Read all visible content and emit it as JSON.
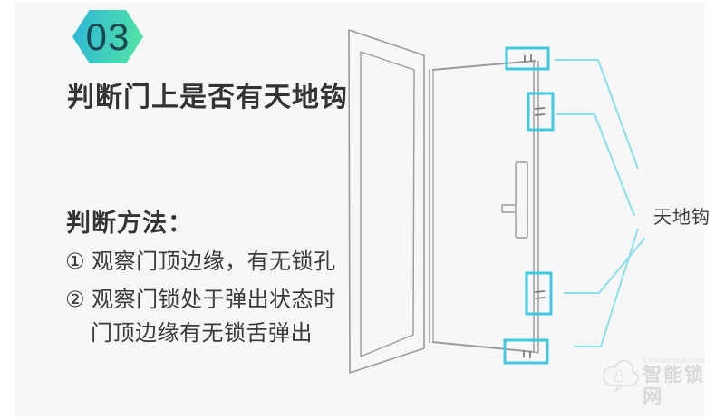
{
  "page": {
    "background": "#ffffff",
    "canvas_background": "#f7f7f8"
  },
  "badge": {
    "number": "03",
    "gradient_start": "#2cb5d8",
    "gradient_end": "#54e6a2",
    "text_color": "#1f4553"
  },
  "title": {
    "text": "判断门上是否有天地钩"
  },
  "method": {
    "heading": "判断方法：",
    "steps": [
      "① 观察门顶边缘，有无锁孔",
      "② 观察门锁处于弹出状态时",
      "门顶边缘有无锁舌弹出"
    ]
  },
  "diagram": {
    "label": "天地钩",
    "highlight_color": "#3fc8de",
    "callout_color": "#8adfec",
    "sketch_line_color": "#9b9b9b",
    "hook_mark_color": "#7d7d7d",
    "highlight_boxes": [
      {
        "name": "top-edge-hooks"
      },
      {
        "name": "upper-side-bolts"
      },
      {
        "name": "lower-side-bolts"
      },
      {
        "name": "bottom-edge-hooks"
      }
    ]
  },
  "watermark": {
    "url_text": "Chinaznsw.com",
    "site_text": "智能锁网"
  }
}
